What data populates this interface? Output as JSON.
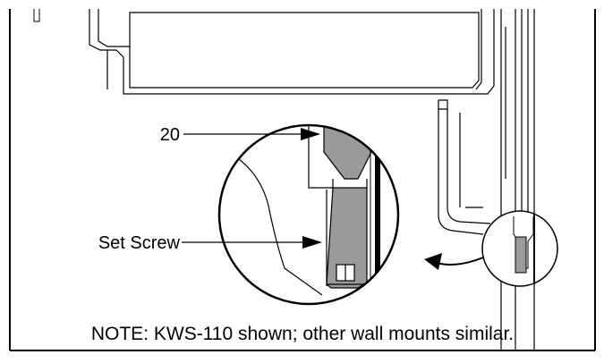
{
  "callouts": {
    "part_20": "20",
    "set_screw": "Set Screw"
  },
  "note": "NOTE: KWS-110 shown; other wall mounts similar.",
  "colors": {
    "line": "#000000",
    "fill_gray": "#9a9a9a",
    "background": "#ffffff"
  }
}
